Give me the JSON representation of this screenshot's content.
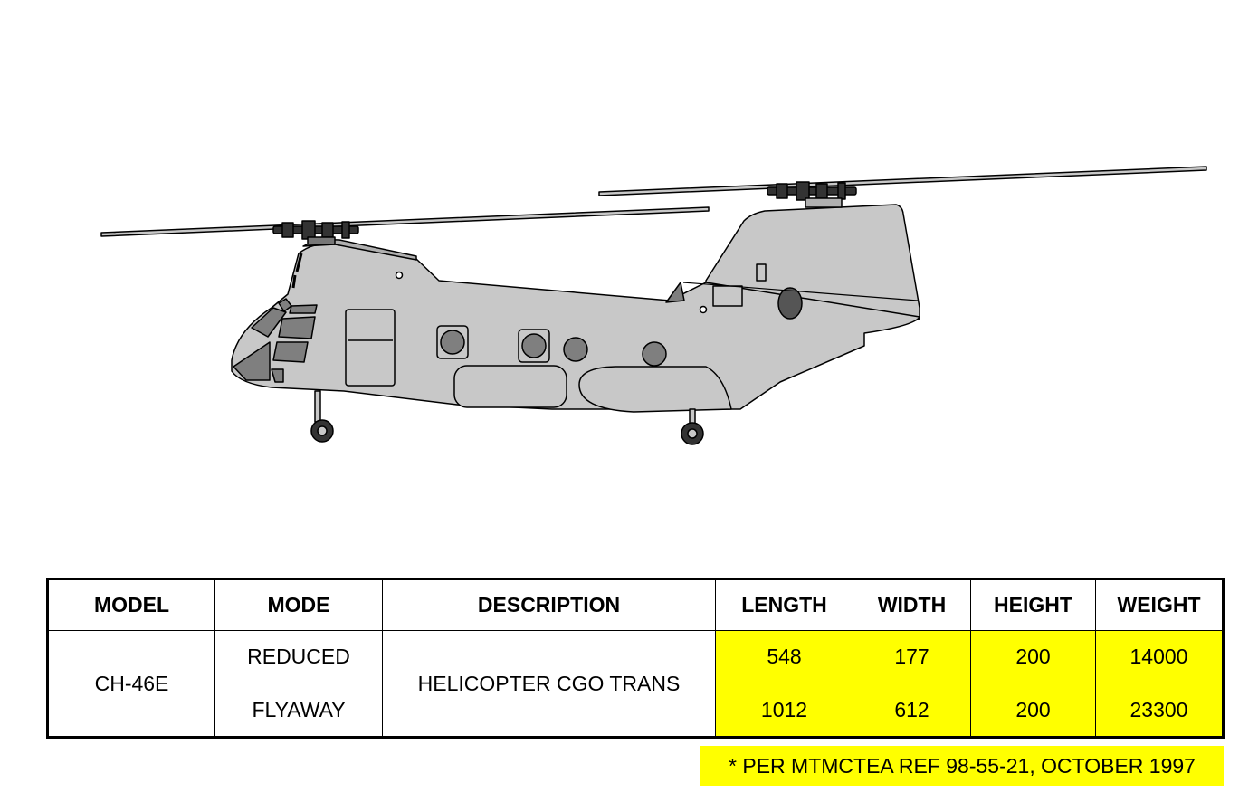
{
  "table": {
    "headers": [
      "MODEL",
      "MODE",
      "DESCRIPTION",
      "LENGTH",
      "WIDTH",
      "HEIGHT",
      "WEIGHT"
    ],
    "model": "CH-46E",
    "description": "HELICOPTER CGO TRANS",
    "rows": [
      {
        "mode": "REDUCED",
        "length": "548",
        "width": "177",
        "height": "200",
        "weight": "14000"
      },
      {
        "mode": "FLYAWAY",
        "length": "1012",
        "width": "612",
        "height": "200",
        "weight": "23300"
      }
    ]
  },
  "note": "* PER MTMCTEA REF 98-55-21, OCTOBER 1997",
  "colors": {
    "highlight": "#ffff00",
    "fuselage": "#c8c8c8",
    "window": "#7f7f7f"
  }
}
